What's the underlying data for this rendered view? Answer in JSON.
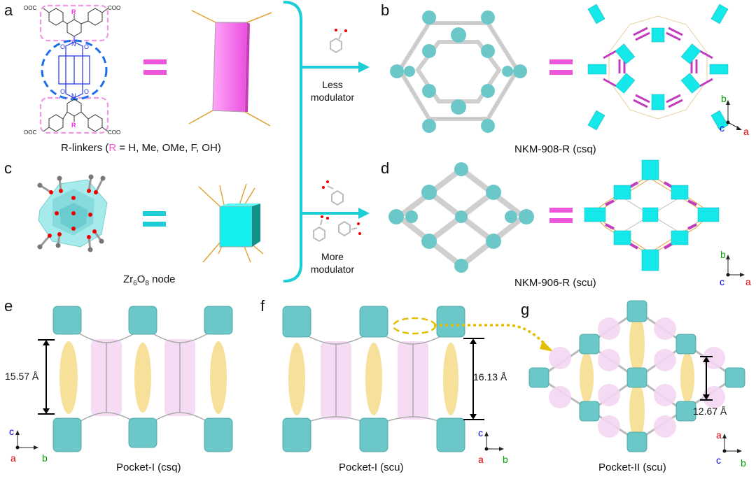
{
  "panels": {
    "a": {
      "label": "a",
      "caption_prefix": "R-linkers (",
      "caption_r": "R",
      "caption_suffix": " = H, Me, OMe, F, OH)",
      "substituent": "R",
      "carboxylate_left_top": "OOC",
      "carboxylate_right_top": "COO",
      "carboxylate_left_bottom": "OOC",
      "carboxylate_right_bottom": "COO",
      "atom_n": "N",
      "atom_o": "O"
    },
    "b": {
      "label": "b",
      "caption": "NKM-908-R (csq)",
      "axes": {
        "up": "b",
        "out": "c",
        "right": "a"
      }
    },
    "c": {
      "label": "c",
      "caption_main": "Zr",
      "sub1": "6",
      "caption_o": "O",
      "sub2": "8",
      "caption_tail": " node"
    },
    "d": {
      "label": "d",
      "caption": "NKM-906-R (scu)",
      "axes": {
        "up": "b",
        "out": "c",
        "right": "a"
      }
    },
    "e": {
      "label": "e",
      "caption": "Pocket-I (csq)",
      "measure": "15.57 Å",
      "axes": {
        "up": "c",
        "out": "a",
        "right": "b"
      }
    },
    "f": {
      "label": "f",
      "caption": "Pocket-I (scu)",
      "measure": "16.13 Å",
      "axes": {
        "up": "c",
        "out": "a",
        "right": "b"
      }
    },
    "g": {
      "label": "g",
      "caption": "Pocket-II (scu)",
      "measure": "12.67 Å",
      "axes": {
        "up": "a",
        "out": "c",
        "right": "b"
      }
    }
  },
  "branch": {
    "less": [
      "Less",
      "modulator"
    ],
    "more": [
      "More",
      "modulator"
    ]
  },
  "colors": {
    "linker_pink": "#ee55dd",
    "node_cyan": "#00d2d4",
    "bracket_cyan": "#1ccdd6",
    "pocket_yellow": "#f7e09a",
    "pocket_pink": "#f3d6f2",
    "axis_red": "#e00000",
    "axis_green": "#00a000",
    "axis_blue": "#0000dd",
    "ndi_blue": "#2233ee",
    "dash_blue": "#1a6ee8",
    "arrow_gold": "#e3bf00"
  }
}
